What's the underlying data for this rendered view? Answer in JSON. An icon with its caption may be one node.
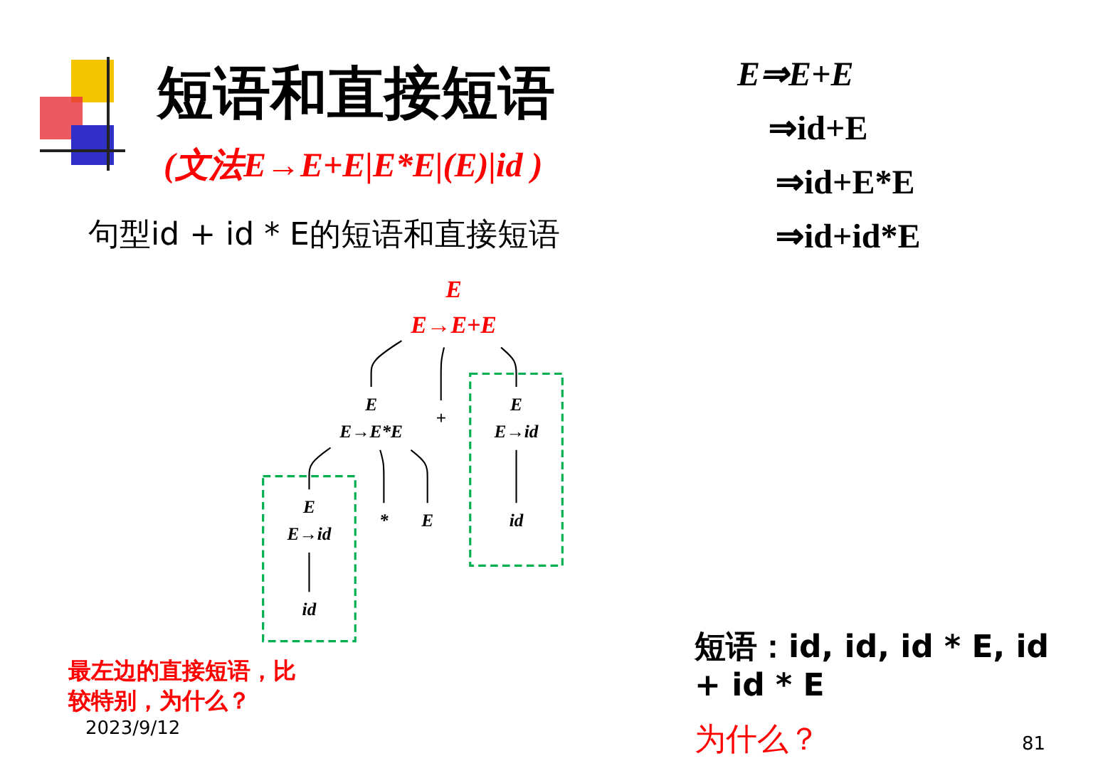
{
  "diagram": {
    "title": "短语和直接短语",
    "nodes": [
      {
        "text": [
          "E"
        ],
        "beside": [
          "E→E+E"
        ]
      },
      {
        "text": [],
        "shape": "box"
      },
      {
        "text": [
          "E"
        ],
        "in": 1,
        "beside": [
          "E→id"
        ]
      },
      {
        "text": [
          "id"
        ],
        "in": 1
      },
      {
        "text": [
          "+"
        ]
      },
      {
        "text": [
          "E"
        ],
        "beside": [
          "E→E*E"
        ]
      },
      {
        "text": [],
        "shape": "box"
      },
      {
        "text": [
          "E"
        ],
        "in": 6,
        "beside": [
          "E→id"
        ]
      },
      {
        "text": [
          "id"
        ],
        "in": 6
      },
      {
        "text": [
          "*"
        ]
      },
      {
        "text": [
          "E"
        ]
      }
    ],
    "edges": [
      {
        "from": 0,
        "to": 2,
        "arrow": "none"
      },
      {
        "from": 0,
        "to": 4,
        "arrow": "none"
      },
      {
        "from": 0,
        "to": 5,
        "arrow": "none"
      },
      {
        "from": 2,
        "to": 3,
        "arrow": "none"
      },
      {
        "from": 5,
        "to": 7,
        "arrow": "none"
      },
      {
        "from": 5,
        "to": 9,
        "arrow": "none"
      },
      {
        "from": 5,
        "to": 10,
        "arrow": "none"
      },
      {
        "from": 7,
        "to": 8,
        "arrow": "none"
      }
    ],
    "labels": [
      "(文法E→E+E|E*E|(E)|id )",
      "E⇒E+E",
      "⇒id+E",
      "⇒id+E*E",
      "⇒id+id*E",
      "句型id + id * E的短语和直接短语",
      "最左边的直接短语，比较特别，为什么？",
      "短语：id, id, id * E, id + id * E",
      "为什么？",
      "2023/9/12",
      "81"
    ]
  }
}
